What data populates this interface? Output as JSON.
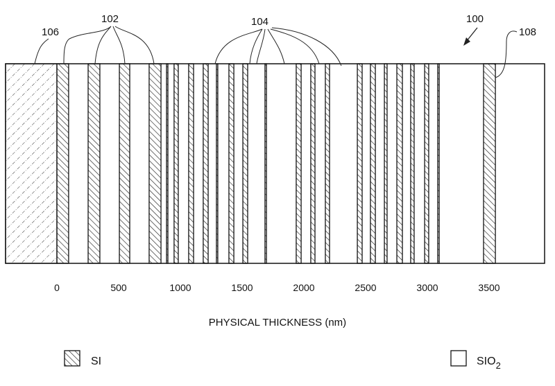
{
  "reference_numerals": {
    "figure": "100",
    "si_layers_group": "102",
    "sio2_layers_group": "104",
    "substrate": "106",
    "outer_layer": "108"
  },
  "axis": {
    "label": "PHYSICAL THICKNESS (nm)",
    "ticks": [
      "0",
      "500",
      "1000",
      "1500",
      "2000",
      "2500",
      "3000",
      "3500"
    ],
    "tick_values": [
      0,
      500,
      1000,
      1500,
      2000,
      2500,
      3000,
      3500
    ],
    "range_nm": [
      -416,
      3949
    ]
  },
  "legend": {
    "si_label": "SI",
    "sio2_label": "SIO",
    "sio2_subscript": "2"
  },
  "stack": {
    "substrate_nm": [
      -416,
      0
    ],
    "si_layers_nm": [
      [
        0,
        95
      ],
      [
        253,
        348
      ],
      [
        506,
        590
      ],
      [
        747,
        843
      ],
      [
        888,
        899
      ],
      [
        949,
        983
      ],
      [
        1067,
        1107
      ],
      [
        1185,
        1225
      ],
      [
        1292,
        1303
      ],
      [
        1393,
        1433
      ],
      [
        1506,
        1545
      ],
      [
        1685,
        1697
      ],
      [
        1938,
        1978
      ],
      [
        2056,
        2090
      ],
      [
        2174,
        2208
      ],
      [
        2433,
        2472
      ],
      [
        2539,
        2579
      ],
      [
        2652,
        2674
      ],
      [
        2753,
        2798
      ],
      [
        2865,
        2893
      ],
      [
        2978,
        3011
      ],
      [
        3084,
        3096
      ],
      [
        3455,
        3551
      ]
    ]
  }
}
